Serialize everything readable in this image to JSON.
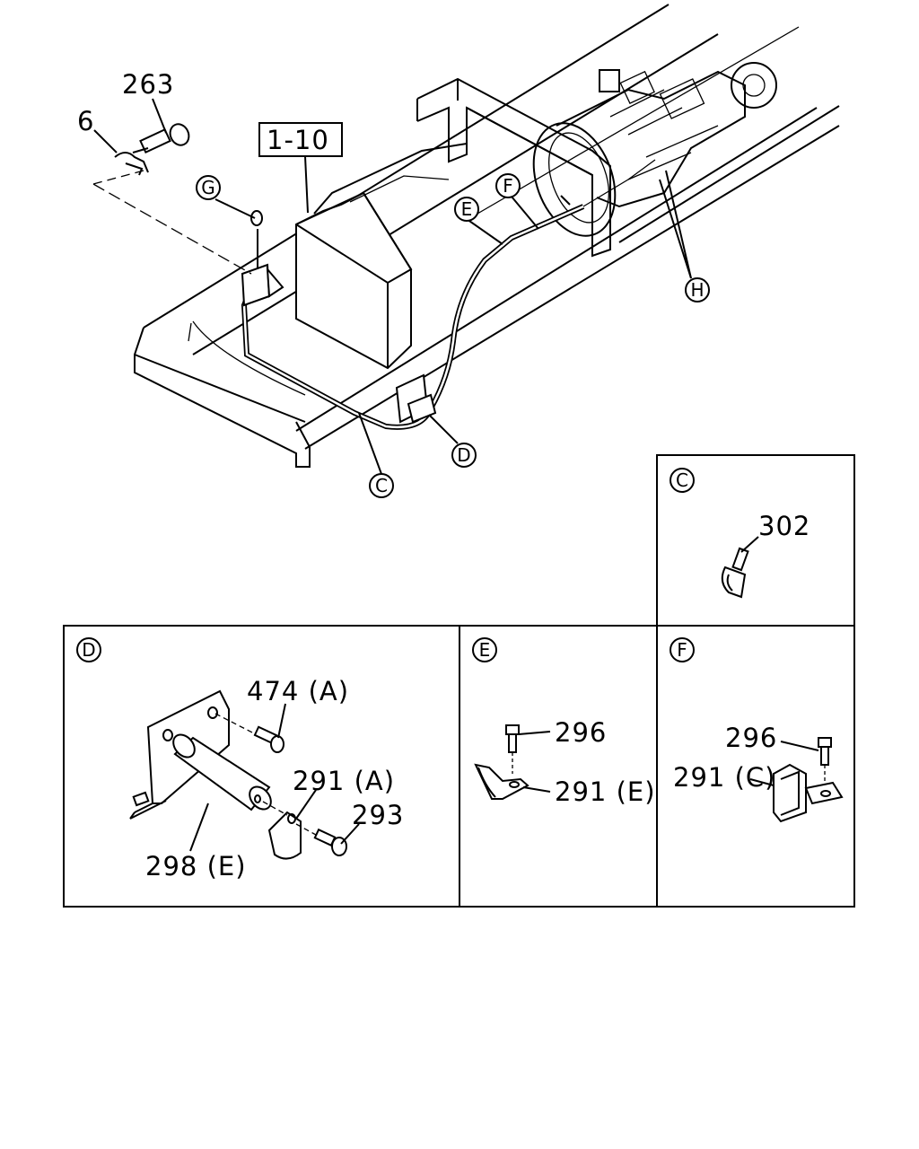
{
  "overview": {
    "labels": {
      "p263": "263",
      "p6": "6",
      "ref": "1-10",
      "callout_g": "G",
      "callout_e": "E",
      "callout_f": "F",
      "callout_h": "H",
      "callout_c": "C",
      "callout_d": "D"
    }
  },
  "panels": {
    "c": {
      "tag": "C",
      "part": "302"
    },
    "d": {
      "tag": "D",
      "parts": {
        "p474": "474 (A)",
        "p291": "291 (A)",
        "p293": "293",
        "p298": "298 (E)"
      }
    },
    "e": {
      "tag": "E",
      "parts": {
        "p296": "296",
        "p291": "291 (E)"
      }
    },
    "f": {
      "tag": "F",
      "parts": {
        "p296": "296",
        "p291": "291 (C)"
      }
    }
  }
}
